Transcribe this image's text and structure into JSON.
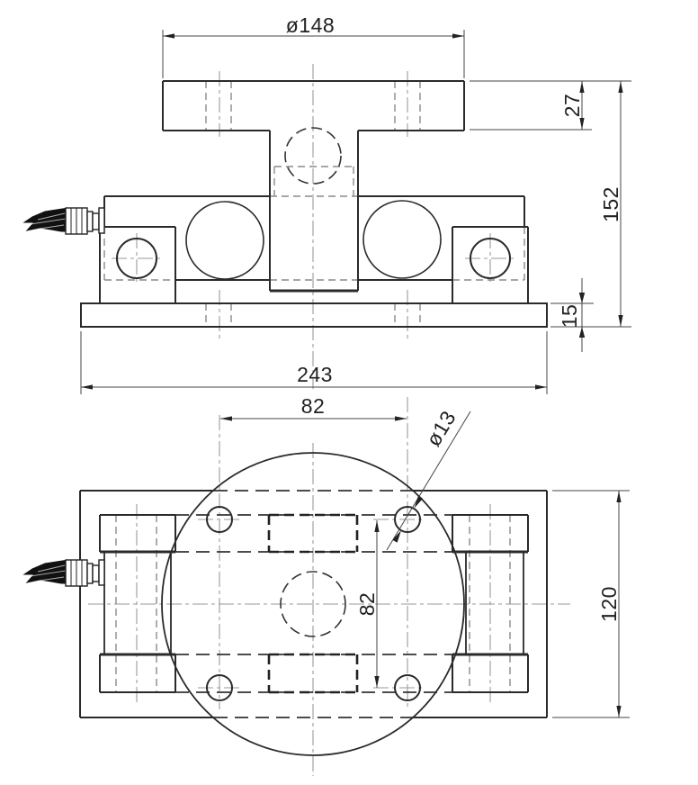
{
  "front_view": {
    "dims": {
      "plate_diameter": "ø148",
      "plate_thickness": "27",
      "total_height": "152",
      "base_thickness": "15",
      "base_width": "243"
    }
  },
  "plan_view": {
    "dims": {
      "bolt_spacing_x": "82",
      "bolt_hole_diameter": "ø13",
      "bolt_spacing_y": "82",
      "base_depth": "120"
    }
  },
  "colors": {
    "line": "#2a2a2a",
    "centerline": "#9a9a9a",
    "background": "#ffffff"
  }
}
